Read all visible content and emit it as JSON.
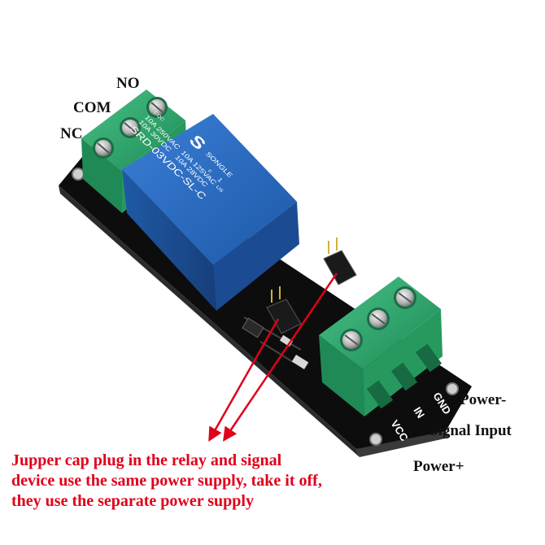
{
  "labels": {
    "no": "NO",
    "com": "COM",
    "nc": "NC",
    "power_minus": "Power-",
    "signal_input": "Signal Input",
    "power_plus": "Power+"
  },
  "relay_print": {
    "logo_letter": "S",
    "brand": "SONGLE",
    "cqc": "CQC",
    "rating_line1": "10A 250VAC",
    "rating_line2": "10A 30VDC",
    "rating_line3": "10A 125VAC",
    "rating_line4": "10A 28VDC",
    "model": "SRD-03VDC-SL-C",
    "pin": "1",
    "cert_c": "c",
    "cert_us": "US"
  },
  "board_pins": {
    "gnd": "GND",
    "in": "IN",
    "vcc": "VCC"
  },
  "note_lines": [
    "Jupper cap plug in the relay and signal",
    "device use the same power supply, take it off,",
    " they use the separate power supply"
  ],
  "colors": {
    "pcb": "#111111",
    "terminal": "#2fa36a",
    "relay": "#2160b8",
    "arrow": "#e0001a"
  }
}
